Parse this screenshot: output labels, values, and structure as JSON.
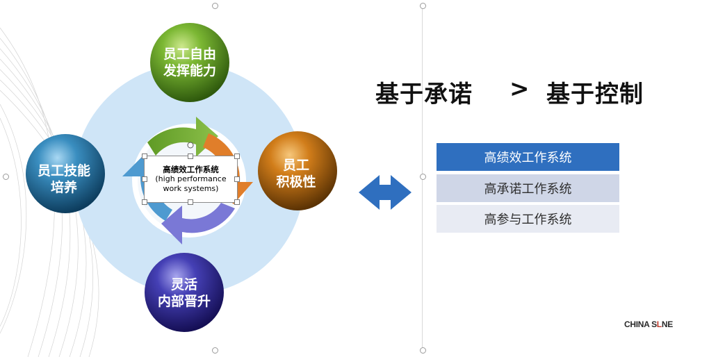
{
  "diagram": {
    "center_title": "高绩效工作系统",
    "center_sub_1": "(high performance",
    "center_sub_2": "work systems)",
    "balls": {
      "top": [
        "员工自由",
        "发挥能力"
      ],
      "right": [
        "员工",
        "积极性"
      ],
      "bottom": [
        "灵活",
        "内部晋升"
      ],
      "left": [
        "员工技能",
        "培养"
      ]
    }
  },
  "headings": {
    "left": "基于承诺",
    "separator": ">",
    "right": "基于控制"
  },
  "table": {
    "rows": [
      "高绩效工作系统",
      "高承诺工作系统",
      "高参与工作系统"
    ]
  },
  "logo": {
    "text_1": "CHINA S",
    "mark": "L",
    "text_2": "NE"
  },
  "colors": {
    "accent": "#2f6fbf",
    "ball_top": "#6aa22a",
    "ball_right": "#c77418",
    "ball_bottom": "#3e3aa6",
    "ball_left": "#2e7fb0",
    "halo": "#cfe5f7"
  }
}
